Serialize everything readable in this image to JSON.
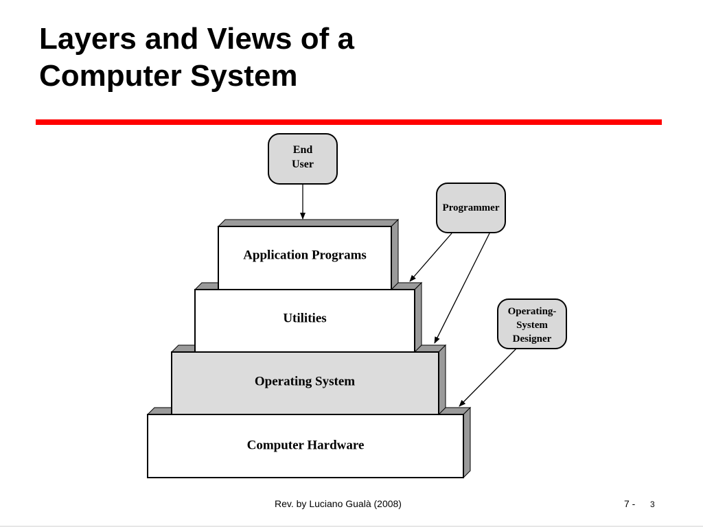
{
  "slide": {
    "title_line1": "Layers and Views of a",
    "title_line2": "Computer System",
    "accent_color": "#ff0000"
  },
  "diagram": {
    "layers": [
      {
        "label": "Application Programs",
        "fill": "#ffffff"
      },
      {
        "label": "Utilities",
        "fill": "#ffffff"
      },
      {
        "label": "Operating System",
        "fill": "#dcdcdc"
      },
      {
        "label": "Computer Hardware",
        "fill": "#ffffff"
      }
    ],
    "actors": [
      {
        "lines": [
          "End",
          "User"
        ]
      },
      {
        "lines": [
          "Programmer"
        ]
      },
      {
        "lines": [
          "Operating-",
          "System",
          "Designer"
        ]
      }
    ],
    "actor_fill": "#d9d9d9",
    "side_fill": "#9a9a9a"
  },
  "footer": {
    "credit": "Rev. by Luciano Gualà (2008)",
    "page": "7 -",
    "slide_number": "3"
  }
}
